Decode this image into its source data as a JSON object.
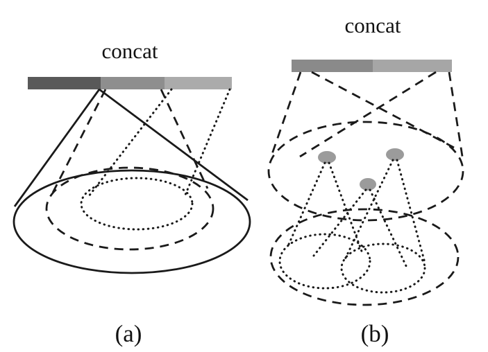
{
  "figure": {
    "background_color": "#ffffff",
    "line_color": "#1a1a1a"
  },
  "subfigure_a": {
    "concat_label": "concat",
    "caption": "(a)",
    "bar_segments": [
      {
        "name": "segment-dark",
        "color": "#595959"
      },
      {
        "name": "segment-medium",
        "color": "#8e8e8e"
      },
      {
        "name": "segment-light",
        "color": "#ababab"
      }
    ]
  },
  "subfigure_b": {
    "concat_label": "concat",
    "caption": "(b)",
    "bar_segments": [
      {
        "name": "segment-medium",
        "color": "#8a8a8a"
      },
      {
        "name": "segment-light",
        "color": "#a6a6a6"
      }
    ],
    "dot_color": "#9b9b9b"
  }
}
